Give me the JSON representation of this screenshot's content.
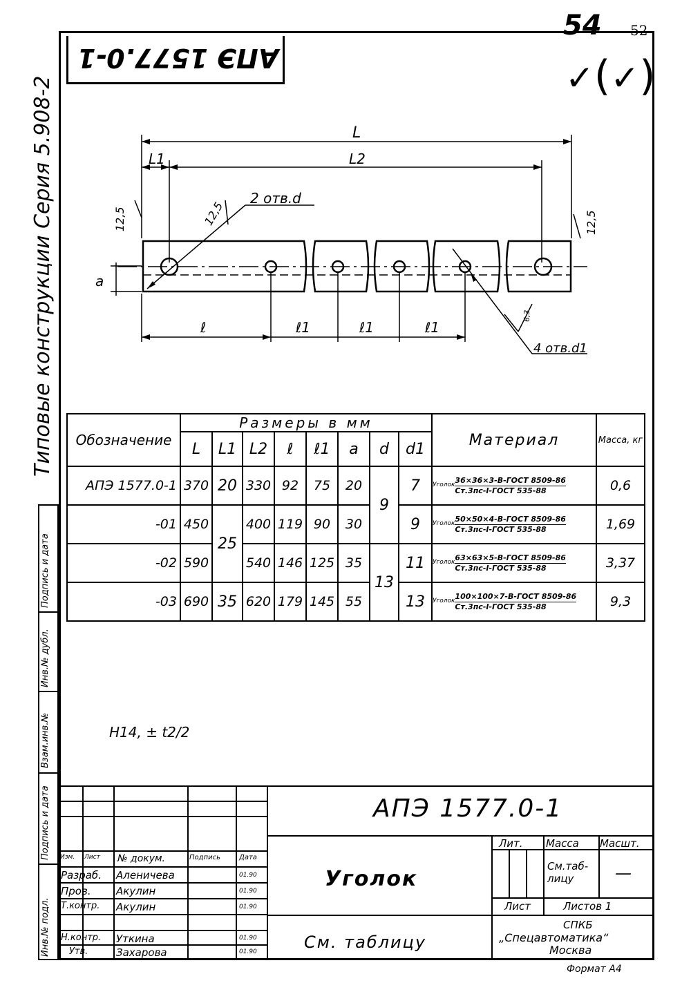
{
  "page_number": "52",
  "sheet_mark": "54",
  "check_mark": "✓",
  "stamp_top": "АПЭ 1577.0-1",
  "series": "Типовые конструкции Серия 5.908-2",
  "drawing": {
    "L": "L",
    "L1": "L1",
    "L2": "L2",
    "r1": "12,5",
    "r2": "12,5",
    "r3": "12,5",
    "holes_d": "2 отв.d",
    "holes_d1": "4 отв.d1",
    "a": "a",
    "l": "ℓ",
    "l1a": "ℓ1",
    "l1b": "ℓ1",
    "l1c": "ℓ1",
    "rough": "6,3"
  },
  "table": {
    "col_designation": "Обозначение",
    "group_header": "Размеры в мм",
    "col_L": "L",
    "col_L1": "L1",
    "col_L2": "L2",
    "col_l": "ℓ",
    "col_l1": "ℓ1",
    "col_a": "a",
    "col_d": "d",
    "col_d1": "d1",
    "col_material": "Материал",
    "col_mass": "Масса, кг",
    "angle_word": "Уголок",
    "rows": [
      {
        "des": "АПЭ 1577.0-1",
        "L": "370",
        "L1": "20",
        "L2": "330",
        "l": "92",
        "l1": "75",
        "a": "20",
        "d1": "7",
        "mat_top": "36×36×3-В-ГОСТ 8509-86",
        "mat_bot": "Ст.3пс-I-ГОСТ 535-88",
        "mass": "0,6"
      },
      {
        "des": "-01",
        "L": "450",
        "L2": "400",
        "l": "119",
        "l1": "90",
        "a": "30",
        "d1": "9",
        "mat_top": "50×50×4-В-ГОСТ 8509-86",
        "mat_bot": "Ст.3пс-I-ГОСТ 535-88",
        "mass": "1,69"
      },
      {
        "des": "-02",
        "L": "590",
        "L2": "540",
        "l": "146",
        "l1": "125",
        "a": "35",
        "d1": "11",
        "mat_top": "63×63×5-В-ГОСТ 8509-86",
        "mat_bot": "Ст.3пс-I-ГОСТ 535-88",
        "mass": "3,37"
      },
      {
        "des": "-03",
        "L": "690",
        "L1": "35",
        "L2": "620",
        "l": "179",
        "l1": "145",
        "a": "55",
        "d1": "13",
        "mat_top": "100×100×7-В-ГОСТ 8509-86",
        "mat_bot": "Ст.3пс-I-ГОСТ 535-88",
        "mass": "9,3"
      }
    ],
    "L1_merged": "25",
    "d_merged_1": "9",
    "d_merged_2": "13"
  },
  "tolerance": "Н14, ± t2/2",
  "left_strip": [
    "Инв.№ подл.",
    "Подпись и дата",
    "Взам.инв.№",
    "Инв.№ дубл.",
    "Подпись и дата"
  ],
  "titleblock": {
    "code": "АПЭ 1577.0-1",
    "name": "Уголок",
    "material": "См. таблицу",
    "lit": "Лит.",
    "mass": "Масса",
    "scale": "Масшт.",
    "mass_val": "См.таб- лицу",
    "scale_val": "—",
    "sheet": "Лист",
    "sheets": "Листов 1",
    "org1": "СПКБ",
    "org2": "„Спецавтоматика“",
    "org3": "Москва",
    "format": "Формат А4",
    "hdr": [
      "Изм.",
      "Лист",
      "№ докум.",
      "Подпись",
      "Дата"
    ],
    "roles": [
      {
        "role": "Разраб.",
        "name": "Аленичева",
        "date": "01.90"
      },
      {
        "role": "Пров.",
        "name": "Акулин",
        "date": "01.90"
      },
      {
        "role": "Т.контр.",
        "name": "Акулин",
        "date": "01.90"
      },
      {
        "role": "Н.контр.",
        "name": "Уткина",
        "date": "01.90"
      },
      {
        "role": "Утв.",
        "name": "Захарова",
        "date": "01.90"
      }
    ]
  }
}
